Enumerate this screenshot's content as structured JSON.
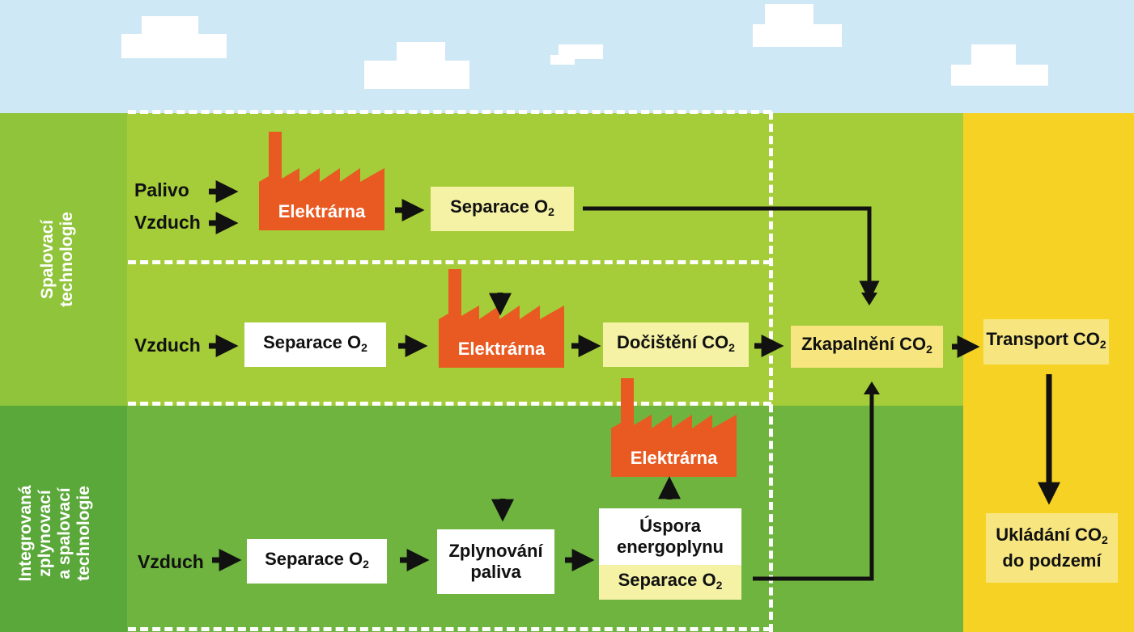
{
  "sections": {
    "combustion": "Spalovací technologie",
    "combustion_l1": "Spalovací",
    "combustion_l2": "technologie",
    "igcc_l1": "Integrovaná",
    "igcc_l2": "zplynovací",
    "igcc_l3": "a spalovací",
    "igcc_l4": "technologie"
  },
  "row1": {
    "input1": "Palivo",
    "input2": "Vzduch",
    "plant": "Elektrárna",
    "separation_prefix": "Separace O",
    "separation_sub": "2"
  },
  "row2": {
    "input": "Vzduch",
    "separation_prefix": "Separace O",
    "separation_sub": "2",
    "plant": "Elektrárna",
    "cleanup_prefix": "Dočištění CO",
    "cleanup_sub": "2"
  },
  "row3": {
    "input": "Vzduch",
    "separation_prefix": "Separace O",
    "separation_sub": "2",
    "gasification_l1": "Zplynování",
    "gasification_l2": "paliva",
    "savings_l1": "Úspora",
    "savings_l2": "energoplynu",
    "separation2_prefix": "Separace O",
    "separation2_sub": "2",
    "plant": "Elektrárna"
  },
  "chain": {
    "liquefaction_prefix": "Zkapalnění CO",
    "liquefaction_sub": "2",
    "transport_prefix": "Transport CO",
    "transport_sub": "2",
    "storage_l1_prefix": "Ukládání CO",
    "storage_l1_sub": "2",
    "storage_l2": "do podzemí"
  },
  "colors": {
    "sky": "#cfe8f6",
    "green_light": "#a5cc39",
    "green_dark": "#6fb43f",
    "yellow": "#f6d224",
    "factory": "#e85a21"
  }
}
